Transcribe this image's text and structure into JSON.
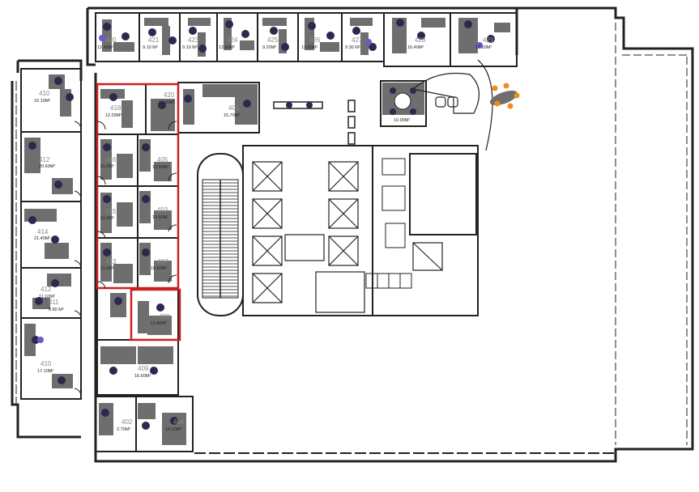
{
  "colors": {
    "wall": "#222222",
    "furniture": "#6e6e6e",
    "chair": "#2a2a4e",
    "chair_highlight": "#6a5acd",
    "highlight_border": "#cc1f1f",
    "accent_chairs": "#f08c1e",
    "background": "#ffffff"
  },
  "rooms": {
    "r420": {
      "number": "420",
      "area": "12.40M²"
    },
    "r421": {
      "number": "421",
      "area": "9.10 M²"
    },
    "r423": {
      "number": "423",
      "area": "9.10 M²"
    },
    "r424": {
      "number": "424",
      "area": "12.80M²"
    },
    "r425": {
      "number": "425",
      "area": "9.20M²"
    },
    "r426": {
      "number": "426",
      "area": "13.00M²"
    },
    "r427": {
      "number": "427",
      "area": "9.30 M²"
    },
    "r428": {
      "number": "428",
      "area": "16.40M²"
    },
    "r429": {
      "number": "429",
      "area": "17.60M²"
    },
    "r410b": {
      "number": "410",
      "area": "16.10M²"
    },
    "r412w": {
      "number": "412",
      "area": "20.60M²"
    },
    "r414": {
      "number": "414",
      "area": "21.40M²"
    },
    "r412s": {
      "number": "412",
      "area": "11.10M²"
    },
    "r411": {
      "number": "411",
      "area": "8.80 M²"
    },
    "r410": {
      "number": "410",
      "area": "17.10M²"
    },
    "r418": {
      "number": "418",
      "area": "12.00M²"
    },
    "r420b": {
      "number": "420",
      "area": "14.90M²"
    },
    "r401": {
      "number": "401",
      "area": "15.70M²"
    },
    "r416": {
      "number": "416",
      "area": "11.0M²"
    },
    "r405": {
      "number": "405",
      "area": "10.60M²"
    },
    "r415": {
      "number": "415",
      "area": "11.0M²"
    },
    "r403": {
      "number": "403",
      "area": "10.60M²"
    },
    "r413": {
      "number": "413",
      "area": "11.0M²"
    },
    "r407": {
      "number": "407",
      "area": "10.60M²"
    },
    "r408": {
      "number": "408",
      "area": "11.80M²"
    },
    "r409": {
      "number": "409",
      "area": "16.60M²"
    },
    "r402": {
      "number": "402",
      "area": "2.70M²"
    },
    "r404": {
      "number": "404",
      "area": "14.10M²"
    },
    "meeting": {
      "number": "",
      "area": "10.90M²"
    }
  }
}
